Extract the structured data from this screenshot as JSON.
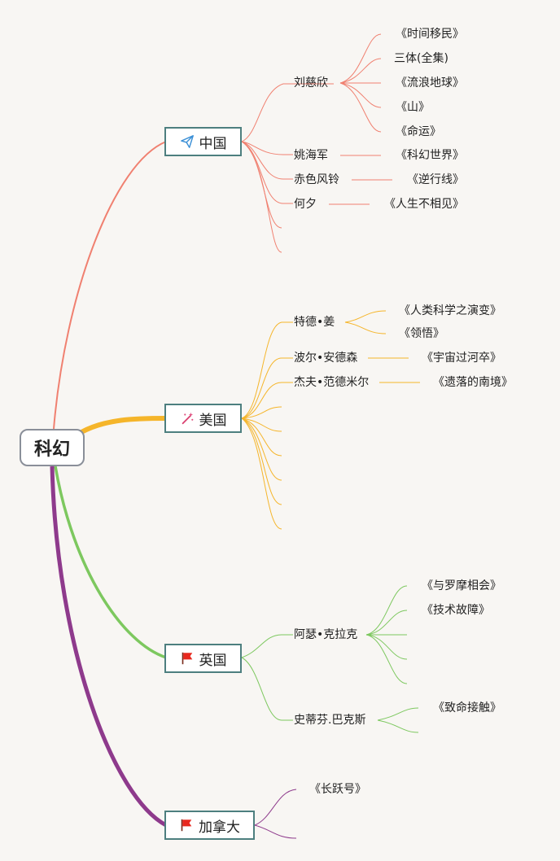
{
  "root": {
    "label": "科幻"
  },
  "countries": {
    "china": {
      "label": "中国",
      "icon": "paper-plane-icon",
      "color": "#f08070"
    },
    "usa": {
      "label": "美国",
      "icon": "magic-wand-icon",
      "color": "#f5b52a"
    },
    "uk": {
      "label": "英国",
      "icon": "red-flag-icon",
      "color": "#7dc85f"
    },
    "canada": {
      "label": "加拿大",
      "icon": "red-flag-icon",
      "color": "#8e3a8c"
    }
  },
  "authors": {
    "liu_cixin": "刘慈欣",
    "yao_haijun": "姚海军",
    "chise_fengling": "赤色风铃",
    "he_xi": "何夕",
    "ted_chiang": "特德•姜",
    "poul_anderson": "波尔•安德森",
    "jeff_vandermeer": "杰夫•范德米尔",
    "arthur_clarke": "阿瑟•克拉克",
    "stephen_baxter": "史蒂芬.巴克斯"
  },
  "works": {
    "time_migration": "《时间移民》",
    "three_body": "三体(全集)",
    "wandering_earth": "《流浪地球》",
    "mountain": "《山》",
    "fate": "《命运》",
    "sci_fi_world": "《科幻世界》",
    "reverse_line": "《逆行线》",
    "life_apart": "《人生不相见》",
    "human_science": "《人类科学之演变》",
    "understanding": "《领悟》",
    "time_patrolman": "《宇宙过河卒》",
    "southern_reach": "《遗落的南境》",
    "rama": "《与罗摩相会》",
    "tech_failure": "《技术故障》",
    "fatal_contact": "《致命接触》",
    "long_leap": "《长跃号》"
  }
}
